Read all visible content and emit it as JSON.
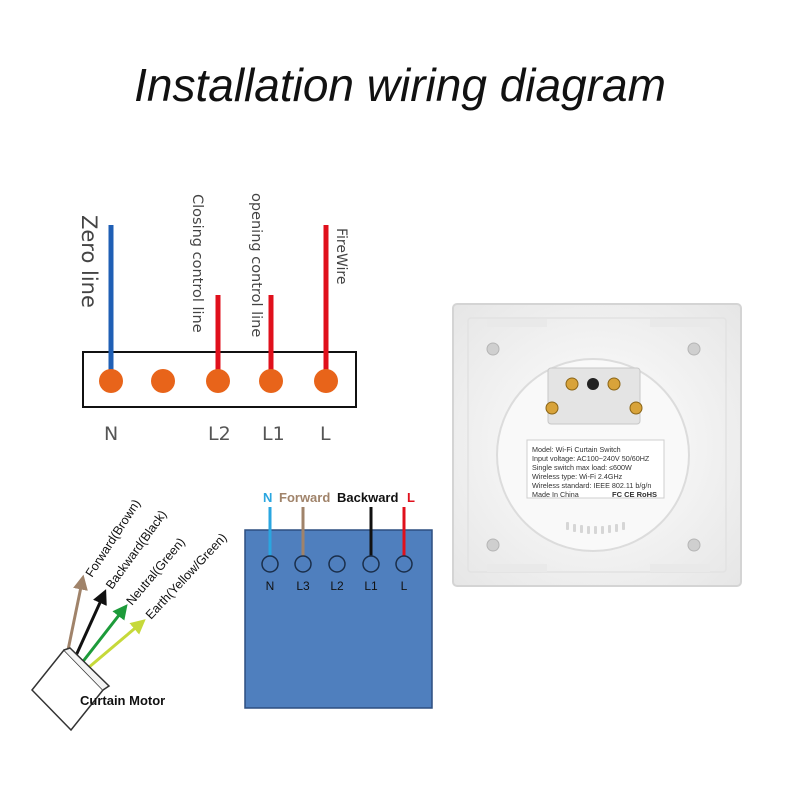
{
  "title": "Installation wiring diagram",
  "top_diagram": {
    "wire_labels": {
      "zero_line": "Zero line",
      "closing": "Closing control line",
      "opening": "opening control line",
      "fire": "FireWire"
    },
    "terminals": [
      "N",
      "L2",
      "L1",
      "L"
    ]
  },
  "motor": {
    "wires": [
      "Forward(Brown)",
      "Backward(Black)",
      "Neutral(Green)",
      "Earth(Yellow/Green)"
    ],
    "box_label": "Curtain Motor"
  },
  "blue_box": {
    "top_labels": {
      "n": "N",
      "forward": "Forward",
      "backward": "Backward",
      "l": "L"
    },
    "terminals": [
      "N",
      "L3",
      "L2",
      "L1",
      "L"
    ]
  },
  "switch_label": {
    "lines": [
      "Model: Wi-Fi Curtain Switch",
      "Input voltage: AC100~240V  50/60HZ",
      "Single switch max load: ≤600W",
      "Wireless type: Wi-Fi 2.4GHz",
      "Wireless standard: IEEE 802.11 b/g/n",
      "Made In China"
    ],
    "marks": "FC CE RoHS"
  },
  "colors": {
    "zero_wire": "#1f5fb5",
    "live_wire": "#e0101c",
    "terminal": "#e8641a",
    "blue_box": "#4f7fbe",
    "brown": "#a0836a",
    "black": "#111111",
    "green": "#1d9b3a",
    "yellow_green": "#c6d93a",
    "cyan": "#2aa6e0"
  }
}
